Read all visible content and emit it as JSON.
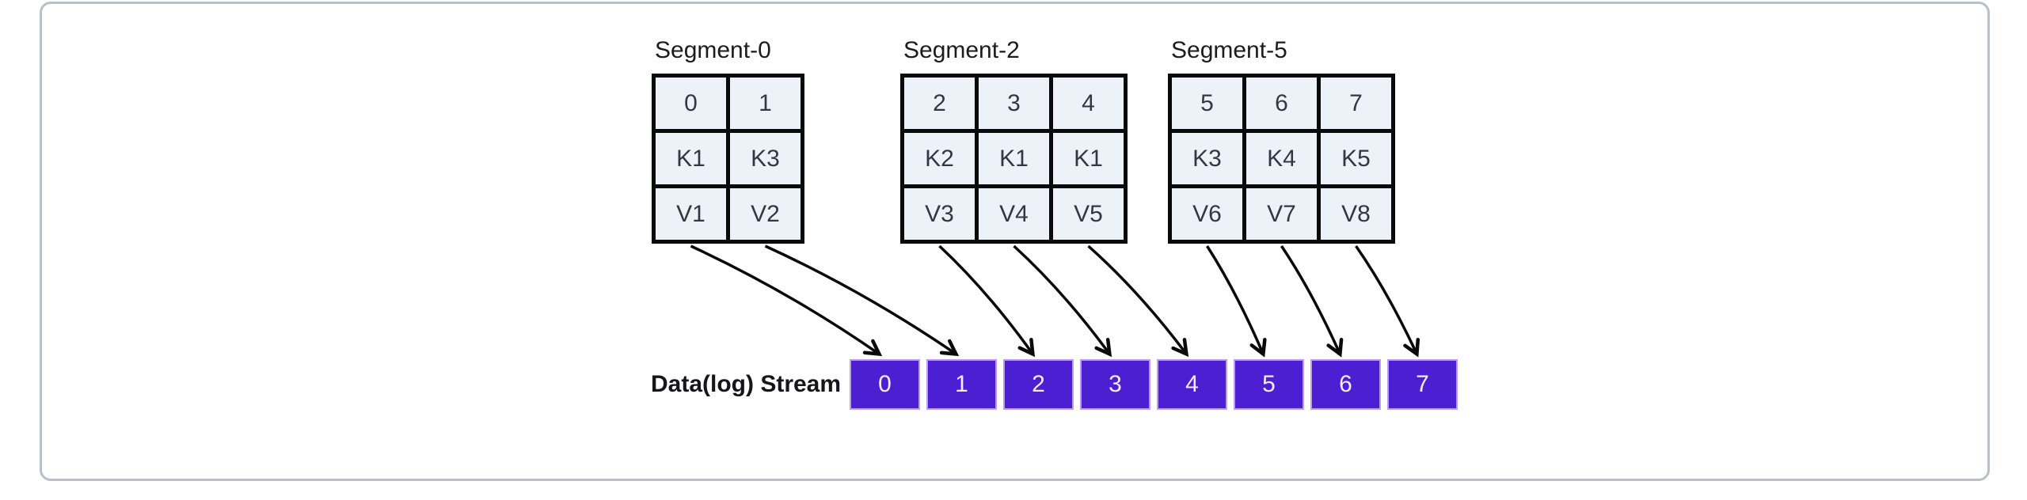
{
  "diagram": {
    "segments": [
      {
        "title": "Segment-0",
        "columns": [
          {
            "index": "0",
            "key": "K1",
            "value": "V1"
          },
          {
            "index": "1",
            "key": "K3",
            "value": "V2"
          }
        ]
      },
      {
        "title": "Segment-2",
        "columns": [
          {
            "index": "2",
            "key": "K2",
            "value": "V3"
          },
          {
            "index": "3",
            "key": "K1",
            "value": "V4"
          },
          {
            "index": "4",
            "key": "K1",
            "value": "V5"
          }
        ]
      },
      {
        "title": "Segment-5",
        "columns": [
          {
            "index": "5",
            "key": "K3",
            "value": "V6"
          },
          {
            "index": "6",
            "key": "K4",
            "value": "V7"
          },
          {
            "index": "7",
            "key": "K5",
            "value": "V8"
          }
        ]
      }
    ],
    "stream": {
      "label": "Data(log) Stream",
      "slots": [
        "0",
        "1",
        "2",
        "3",
        "4",
        "5",
        "6",
        "7"
      ]
    },
    "colors": {
      "card_border": "#b9c0c9",
      "grid": "#0a0a0a",
      "cell_fill": "#edf2f9",
      "cell_text": "#323744",
      "title": "#1c1c1e",
      "stream_fill": "#4c1fd2",
      "stream_border": "#c09af0",
      "stream_text": "#f4eefc",
      "stream_label": "#15151a",
      "arrow": "#0a0a0a"
    }
  }
}
